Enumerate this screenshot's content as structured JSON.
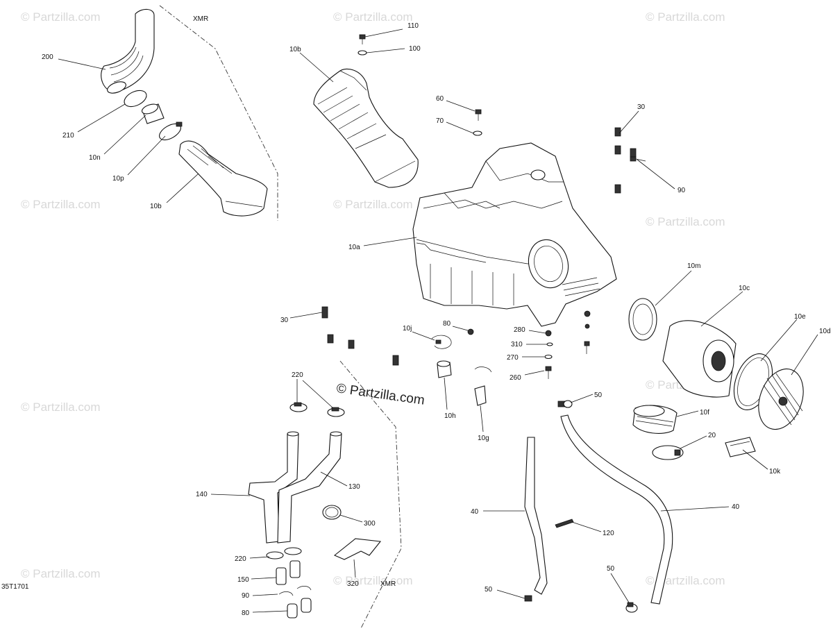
{
  "watermarks": {
    "text": "© Partzilla.com",
    "center_text": "© Partzilla.com"
  },
  "diagram_code": "35T1701",
  "callouts": {
    "c110": "110",
    "c100": "100",
    "c10b_top": "10b",
    "c60": "60",
    "c70": "70",
    "c30_top": "30",
    "c90_top": "90",
    "c200": "200",
    "c210": "210",
    "c10n": "10n",
    "c10p": "10p",
    "c10b_left": "10b",
    "c10a": "10a",
    "c10m": "10m",
    "c10c": "10c",
    "c10e": "10e",
    "c10d": "10d",
    "c30_mid": "30",
    "c10j": "10j",
    "c80_mid": "80",
    "c280": "280",
    "c310": "310",
    "c270": "270",
    "c260": "260",
    "c220_top": "220",
    "c10h": "10h",
    "c10g": "10g",
    "c50_top": "50",
    "c10f": "10f",
    "c20": "20",
    "c10k": "10k",
    "c140": "140",
    "c130": "130",
    "c300": "300",
    "c40_left": "40",
    "c40_right": "40",
    "c120": "120",
    "c220_bot": "220",
    "c150": "150",
    "c90_bot": "90",
    "c80_bot": "80",
    "c320": "320",
    "c50_bot_left": "50",
    "c50_bot_right": "50"
  },
  "variant_labels": {
    "xmr_top": "XMR",
    "xmr_bottom": "XMR"
  },
  "colors": {
    "line": "#111111",
    "watermark": "#d8d8d8",
    "background": "#ffffff"
  }
}
